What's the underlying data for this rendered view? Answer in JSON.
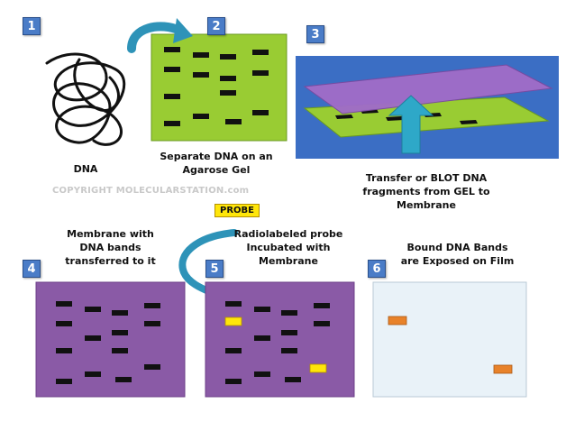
{
  "colors": {
    "gel_green": "#99cc33",
    "membrane_purple": "#8a5aa6",
    "transfer_blue": "#3b6ec4",
    "arrow_teal": "#2e93b8",
    "band_black": "#111111",
    "probe_yellow": "#ffe60a",
    "film_band_orange": "#e8822a",
    "film_background": "#e9f2f8",
    "badge_blue": "#4a7cc7"
  },
  "steps": [
    {
      "number": "1",
      "caption": "DNA"
    },
    {
      "number": "2",
      "caption": "Separate DNA on an\nAgarose Gel"
    },
    {
      "number": "3",
      "caption": "Transfer or BLOT DNA\nfragments from GEL to\nMembrane"
    },
    {
      "number": "4",
      "caption": "Membrane with\nDNA bands\ntransferred to it"
    },
    {
      "number": "5",
      "caption": "Radiolabeled probe\nIncubated with\nMembrane"
    },
    {
      "number": "6",
      "caption": "Bound DNA Bands\nare Exposed on Film"
    }
  ],
  "probe_label": "PROBE",
  "copyright": "COPYRIGHT MOLECULARSTATION.com",
  "icons": [
    "curved-arrow-icon",
    "up-arrow-icon",
    "dna-strand-icon"
  ]
}
